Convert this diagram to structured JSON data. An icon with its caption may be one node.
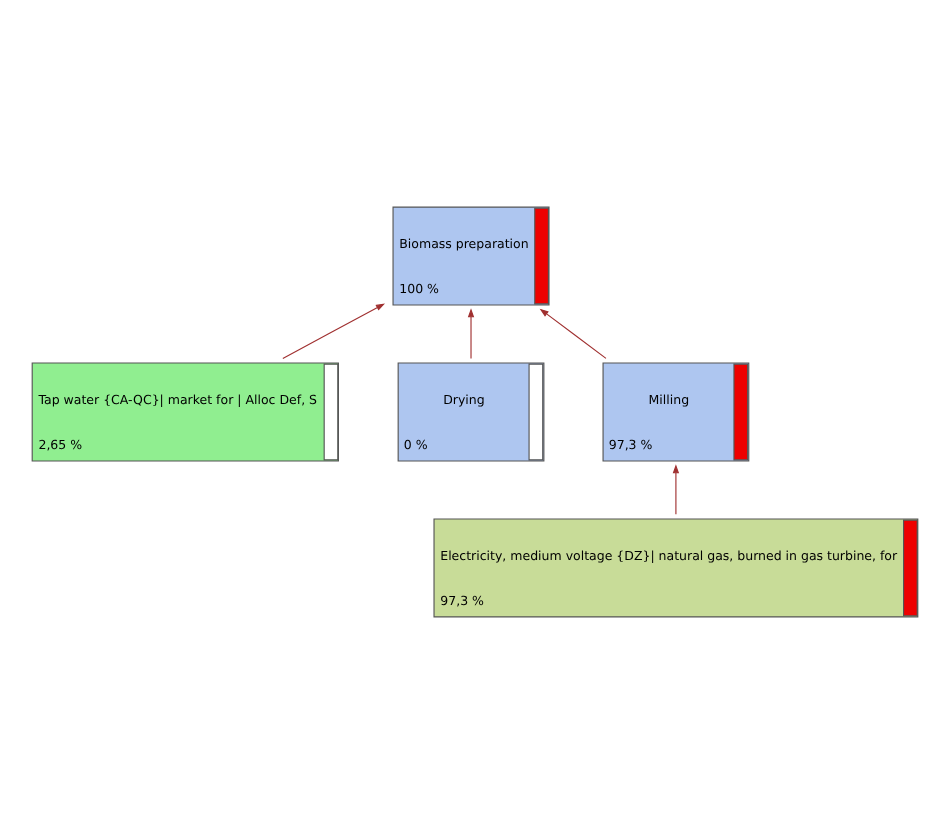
{
  "diagram": {
    "nodes": [
      {
        "text": [
          "Biomass preparation",
          "100 %"
        ]
      },
      {
        "text": [
          "Tap water {CA-QC}| market for | Alloc Def, S",
          "2,65 %"
        ]
      },
      {
        "text": [
          "Drying",
          "0 %"
        ]
      },
      {
        "text": [
          "Milling",
          "97,3 %"
        ]
      },
      {
        "text": [
          "Electricity, medium voltage {DZ}| natural gas, burned in gas turbine, for",
          "97,3 %"
        ]
      }
    ],
    "edges": [
      {
        "from": 1,
        "to": 0,
        "arrow": "to"
      },
      {
        "from": 2,
        "to": 0,
        "arrow": "to"
      },
      {
        "from": 3,
        "to": 0,
        "arrow": "to"
      },
      {
        "from": 4,
        "to": 3,
        "arrow": "to"
      }
    ]
  }
}
